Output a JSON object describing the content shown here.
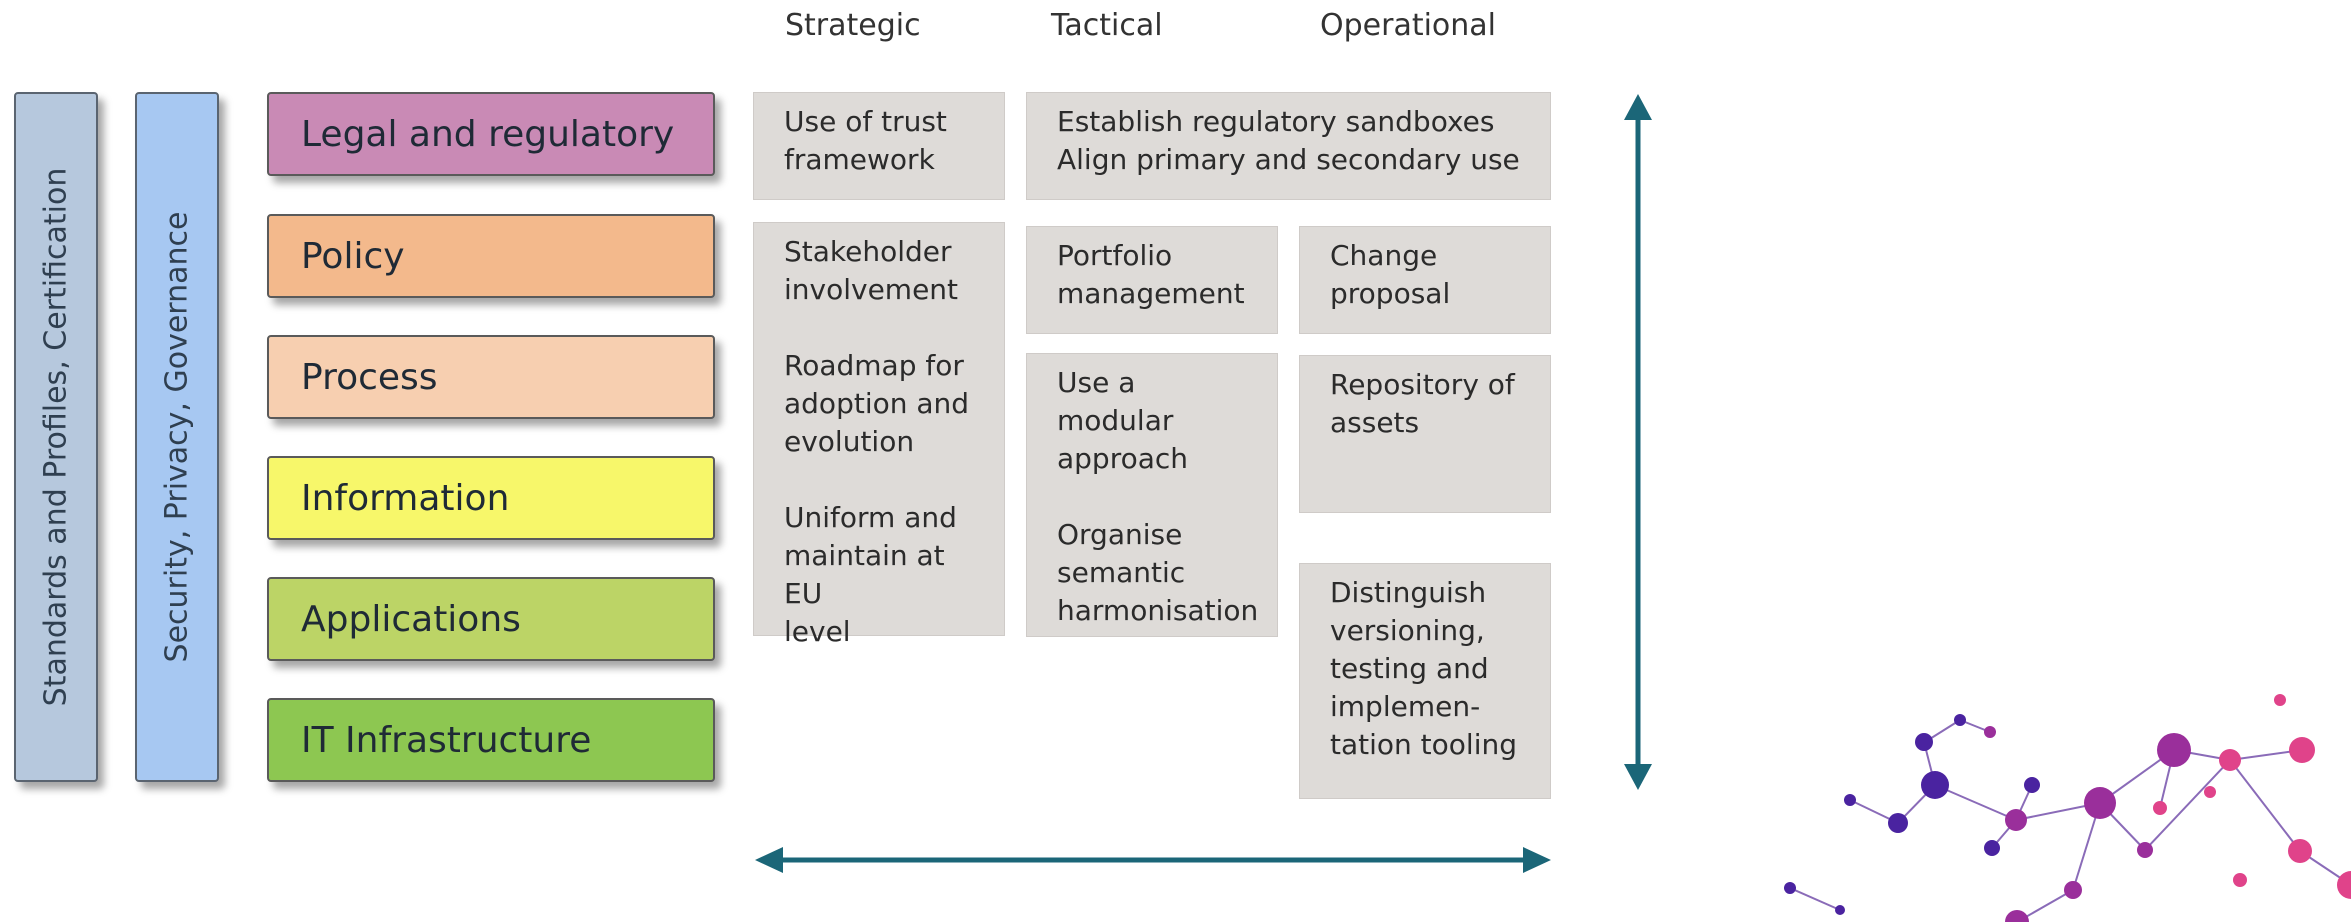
{
  "column_headers": {
    "strategic": "Strategic",
    "tactical": "Tactical",
    "operational": "Operational"
  },
  "vertical_bars": {
    "standards": "Standards  and Profiles, Certification",
    "security": "Security, Privacy, Governance"
  },
  "layers": [
    {
      "label": "Legal and regulatory",
      "color": "#c98ab5"
    },
    {
      "label": "Policy",
      "color": "#f3b98c"
    },
    {
      "label": "Process",
      "color": "#f7cfb0"
    },
    {
      "label": "Information",
      "color": "#f7f76a"
    },
    {
      "label": "Applications",
      "color": "#bcd466"
    },
    {
      "label": "IT Infrastructure",
      "color": "#8dc751"
    }
  ],
  "boxes": {
    "trust_framework": {
      "line1": "Use of trust",
      "line2": "framework"
    },
    "regulatory": {
      "line1": "Establish regulatory sandboxes",
      "line2": "Align primary and secondary use"
    },
    "strategic_block": {
      "stakeholder_1": "Stakeholder",
      "stakeholder_2": "involvement",
      "roadmap_1": "Roadmap for",
      "roadmap_2": "adoption and",
      "roadmap_3": "evolution",
      "uniform_1": "Uniform and",
      "uniform_2": "maintain at EU",
      "uniform_3": "level"
    },
    "portfolio": {
      "line1": "Portfolio",
      "line2": "management"
    },
    "change": {
      "line1": "Change",
      "line2": "proposal"
    },
    "modular": {
      "line1": "Use a modular",
      "line2": "approach",
      "line3": "Organise",
      "line4": "semantic",
      "line5": "harmonisation"
    },
    "repository": {
      "line1": "Repository of",
      "line2": "assets"
    },
    "versioning": {
      "line1": "Distinguish",
      "line2": "versioning,",
      "line3": "testing and",
      "line4": "implemen-",
      "line5": "tation tooling"
    }
  },
  "colors": {
    "arrow": "#1b6678",
    "box_bg": "#dedbd8",
    "standards_bar": "#b6c8dd",
    "security_bar": "#a7c8f2"
  },
  "icons": {
    "vertical_arrow": "double-headed-vertical-arrow",
    "horizontal_arrow": "double-headed-horizontal-arrow",
    "network_decoration": "molecule-network-graphic"
  }
}
